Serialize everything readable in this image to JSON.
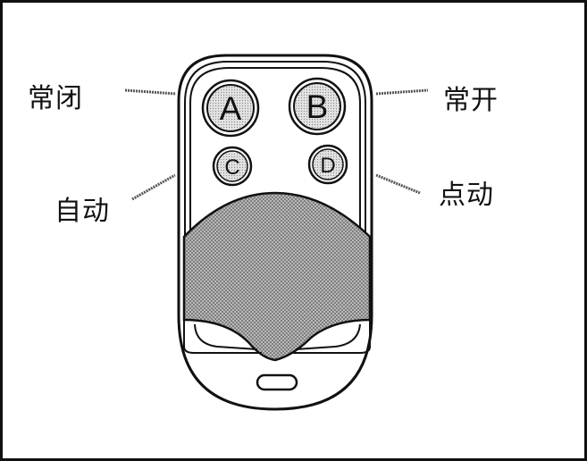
{
  "labels": {
    "normally_closed": "常闭",
    "normally_open": "常开",
    "auto": "自动",
    "momentary": "点动"
  },
  "buttons": {
    "a": "A",
    "b": "B",
    "c": "C",
    "d": "D"
  },
  "colors": {
    "line": "#111111",
    "button_fill": "#d6d6d6",
    "grille_fill": "#a8a8a8"
  }
}
